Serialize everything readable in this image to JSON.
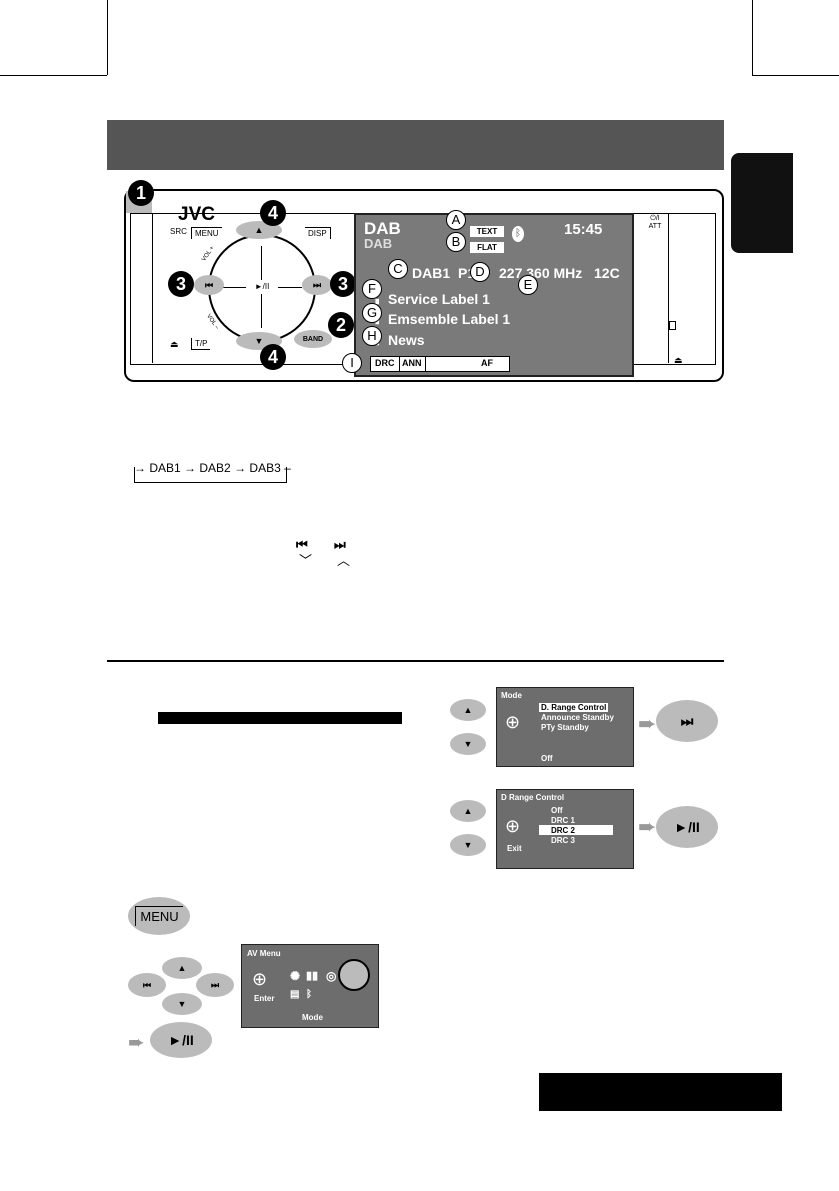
{
  "header": {
    "title": ""
  },
  "side_tab": {
    "label": ""
  },
  "bottom_box": {
    "label": ""
  },
  "unit": {
    "brand": "JVC",
    "src_label": "SRC",
    "menu_label": "MENU",
    "disp_label": "DISP",
    "tp_label": "T/P",
    "band_label": "BAND",
    "vol_plus": "VOL +",
    "vol_minus": "VOL –",
    "power_label": "⏻/I ATT",
    "play_label": "►/II"
  },
  "lcd": {
    "dab_logo": "DAB",
    "dab_logo2": "DAB",
    "text_tag": "TEXT",
    "flat_tag": "FLAT",
    "time": "15:45",
    "band": "DAB1",
    "preset": "P1",
    "frequency": "227.360 MHz",
    "channel": "12C",
    "service_label": "Service Label 1",
    "ensemble_label": "Emsemble Label 1",
    "pty": "News",
    "status_drc": "DRC",
    "status_ann": "ANN",
    "status_af": "AF"
  },
  "callouts": [
    "A",
    "B",
    "C",
    "D",
    "E",
    "F",
    "G",
    "H",
    "I"
  ],
  "badges": {
    "one": "1",
    "two": "2",
    "three": "3",
    "four": "4"
  },
  "band_cycle": [
    "DAB1",
    "DAB2",
    "DAB3"
  ],
  "menu_button_label": "MENU",
  "play_button_label": "►/II",
  "av_menu": {
    "title": "AV Menu",
    "enter": "Enter",
    "bottom": "Mode"
  },
  "mode_menu": {
    "title": "Mode",
    "items": [
      "D. Range Control",
      "Announce Standby",
      "PTy Standby"
    ],
    "value": "Off"
  },
  "drc_menu": {
    "title": "D Range Control",
    "items": [
      "Off",
      "DRC 1",
      "DRC 2",
      "DRC 3"
    ],
    "exit": "Exit"
  }
}
